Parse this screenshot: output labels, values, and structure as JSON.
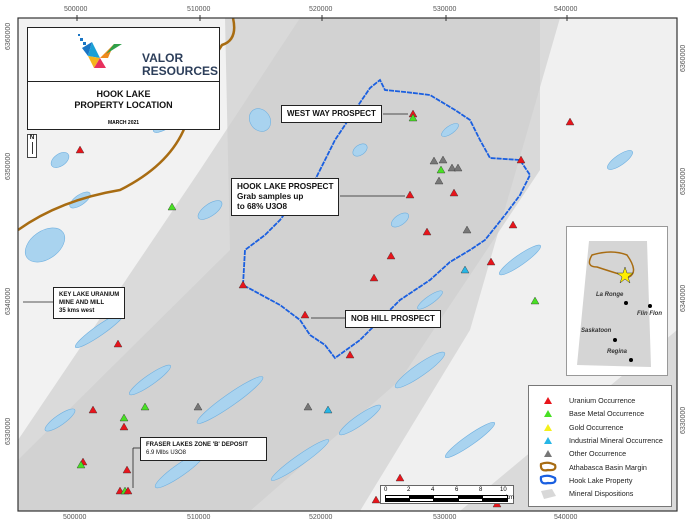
{
  "logo": {
    "name_line1": "VALOR",
    "name_line2": "RESOURCES"
  },
  "title": {
    "line1": "HOOK LAKE",
    "line2": "PROPERTY LOCATION",
    "date": "MARCH 2021"
  },
  "axes": {
    "eastings": [
      "500000",
      "510000",
      "520000",
      "530000",
      "540000"
    ],
    "northings_left": [
      "6360000",
      "6350000",
      "6340000",
      "6330000"
    ],
    "northings_right": [
      "6360000",
      "6350000",
      "6340000",
      "6330000"
    ]
  },
  "callouts": {
    "west_way": "WEST WAY PROSPECT",
    "hook_lake": {
      "line1": "HOOK LAKE PROSPECT",
      "line2": "Grab samples up",
      "line3": "to 68% U3O8"
    },
    "nob_hill": "NOB HILL PROSPECT",
    "key_lake": {
      "line1": "KEY LAKE URANIUM",
      "line2": "MINE AND MILL",
      "line3": "35 kms west"
    },
    "fraser": {
      "line1": "FRASER LAKES ZONE 'B' DEPOSIT",
      "line2": "6.9 Mlbs U3O8"
    }
  },
  "north_arrow": "N",
  "legend": [
    {
      "label": "Uranium Occurrence",
      "color": "#e8141b",
      "icon": "triangle"
    },
    {
      "label": "Base Metal Occurrence",
      "color": "#48e024",
      "icon": "triangle"
    },
    {
      "label": "Gold Occurrence",
      "color": "#f5f01a",
      "icon": "triangle"
    },
    {
      "label": "Industrial Mineral Occurrence",
      "color": "#27b6e6",
      "icon": "triangle"
    },
    {
      "label": "Other Occurrence",
      "color": "#777777",
      "icon": "triangle"
    },
    {
      "label": "Athabasca Basin Margin",
      "color": "#a86c12",
      "icon": "outline"
    },
    {
      "label": "Hook Lake Property",
      "color": "#1a5fe0",
      "icon": "outline"
    },
    {
      "label": "Mineral Dispositions",
      "color": "#d8d8d8",
      "icon": "fill"
    }
  ],
  "inset": {
    "cities": [
      "La Ronge",
      "Flin Flon",
      "Saskatoon",
      "Regina"
    ]
  },
  "scale": {
    "ticks": [
      "0",
      "2",
      "4",
      "6",
      "8",
      "10"
    ],
    "unit": "km"
  }
}
